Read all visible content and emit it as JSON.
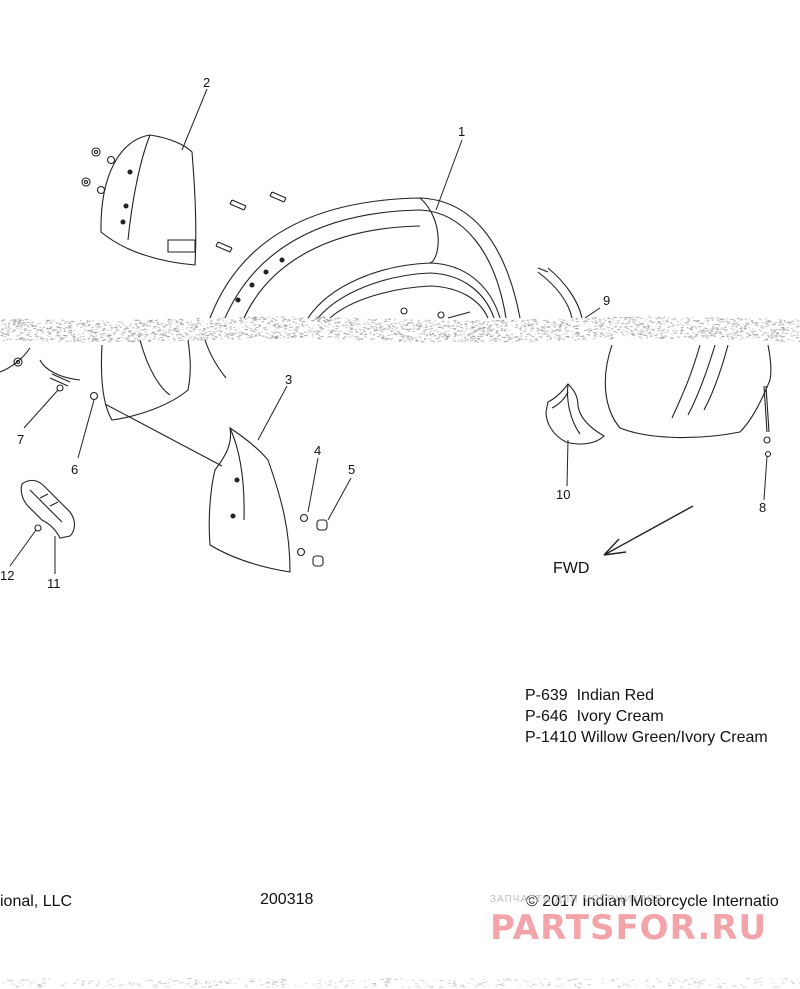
{
  "callouts": {
    "c1": "1",
    "c2": "2",
    "c3": "3",
    "c4": "4",
    "c5": "5",
    "c6": "6",
    "c7": "7",
    "c8": "8",
    "c9": "9",
    "c10": "10",
    "c11": "11",
    "c12": "12"
  },
  "direction_label": "FWD",
  "paint_codes": [
    {
      "code": "P-639",
      "name": "Indian Red"
    },
    {
      "code": "P-646",
      "name": "Ivory Cream"
    },
    {
      "code": "P-1410",
      "name": "Willow Green/Ivory Cream"
    }
  ],
  "footer": {
    "left": "ional, LLC",
    "diagram_id": "200318",
    "copyright": "© 2017 Indian Motorcycle Internatio"
  },
  "watermark": {
    "small": "ЗАПЧАСТИ ДЛЯ МОТОЦИКЛОВ",
    "brand": "PARTSFOR.RU"
  },
  "colors": {
    "line": "#222222",
    "noise": "#9a9a9a",
    "watermark": "#f3a4a9"
  }
}
